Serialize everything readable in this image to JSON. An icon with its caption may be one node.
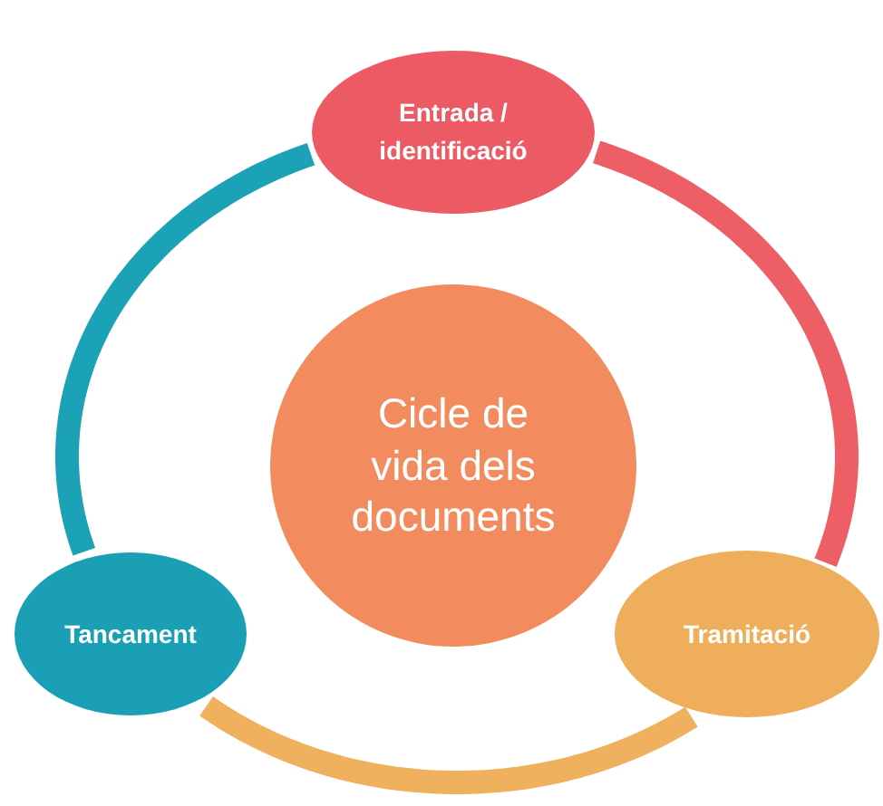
{
  "diagram": {
    "nodes": [
      {
        "text": [
          "Entrada / identificació"
        ]
      },
      {
        "text": [
          "Cicle de vida dels documents"
        ]
      },
      {
        "text": [
          "Tancament"
        ]
      },
      {
        "text": [
          "Tramitació"
        ]
      }
    ],
    "edges": [
      {
        "from": 0,
        "to": 3,
        "arrow": "none",
        "color": "#ee5f65"
      },
      {
        "from": 3,
        "to": 2,
        "arrow": "none",
        "color": "#f0b15e"
      },
      {
        "from": 2,
        "to": 0,
        "arrow": "none",
        "color": "#1ba2b6"
      }
    ]
  }
}
